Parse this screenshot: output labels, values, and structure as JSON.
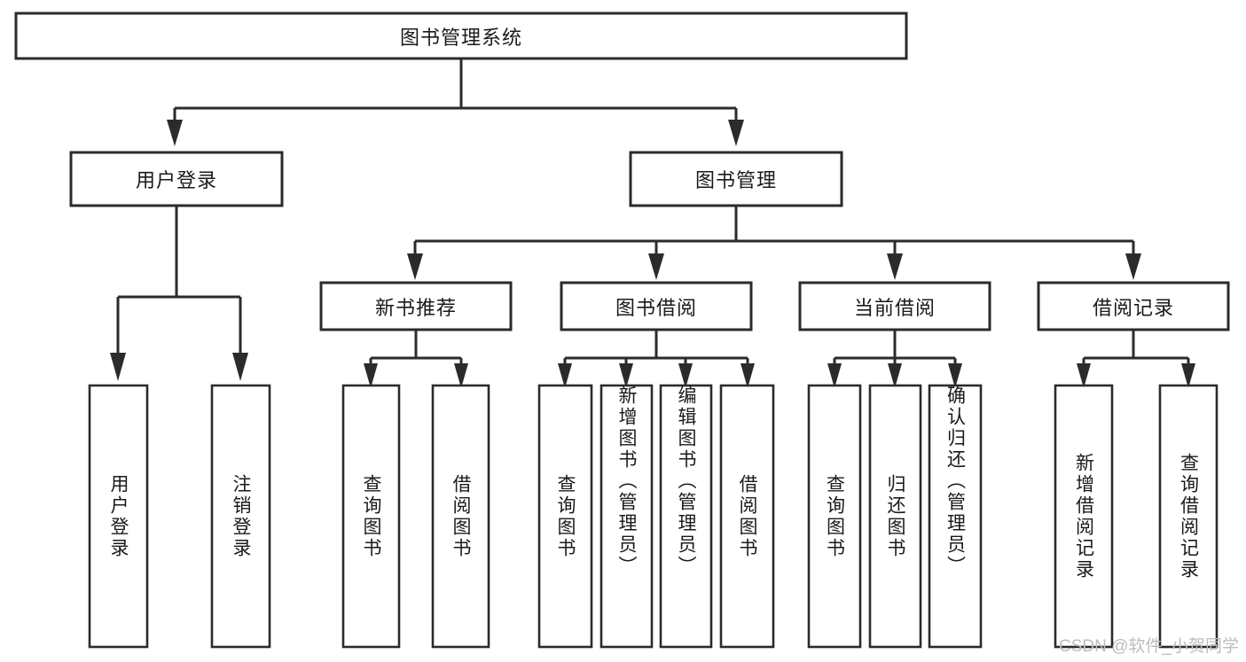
{
  "diagram": {
    "type": "hierarchy-tree",
    "title": "图书管理系统",
    "root": {
      "label": "图书管理系统",
      "level": 0
    },
    "level1": [
      {
        "label": "用户登录"
      },
      {
        "label": "图书管理"
      }
    ],
    "level2": [
      {
        "label": "新书推荐"
      },
      {
        "label": "图书借阅"
      },
      {
        "label": "当前借阅"
      },
      {
        "label": "借阅记录"
      }
    ],
    "leaves": {
      "user_login": [
        {
          "label": "用户登录"
        },
        {
          "label": "注销登录"
        }
      ],
      "new_book_recommend": [
        {
          "label": "查询图书"
        },
        {
          "label": "借阅图书"
        }
      ],
      "book_borrow": [
        {
          "label": "查询图书"
        },
        {
          "label": "新增图书（管理员）"
        },
        {
          "label": "编辑图书（管理员）"
        },
        {
          "label": "借阅图书"
        }
      ],
      "current_borrow": [
        {
          "label": "查询图书"
        },
        {
          "label": "归还图书"
        },
        {
          "label": "确认归还（管理员）"
        }
      ],
      "borrow_record": [
        {
          "label": "新增借阅记录"
        },
        {
          "label": "查询借阅记录"
        }
      ]
    }
  },
  "watermark": {
    "text": "CSDN @软件_小贺同学"
  },
  "colors": {
    "stroke": "#2b2b2b",
    "fill": "#ffffff",
    "text": "#1a1a1a",
    "watermark": "#bdbdbd",
    "background": "#ffffff"
  }
}
